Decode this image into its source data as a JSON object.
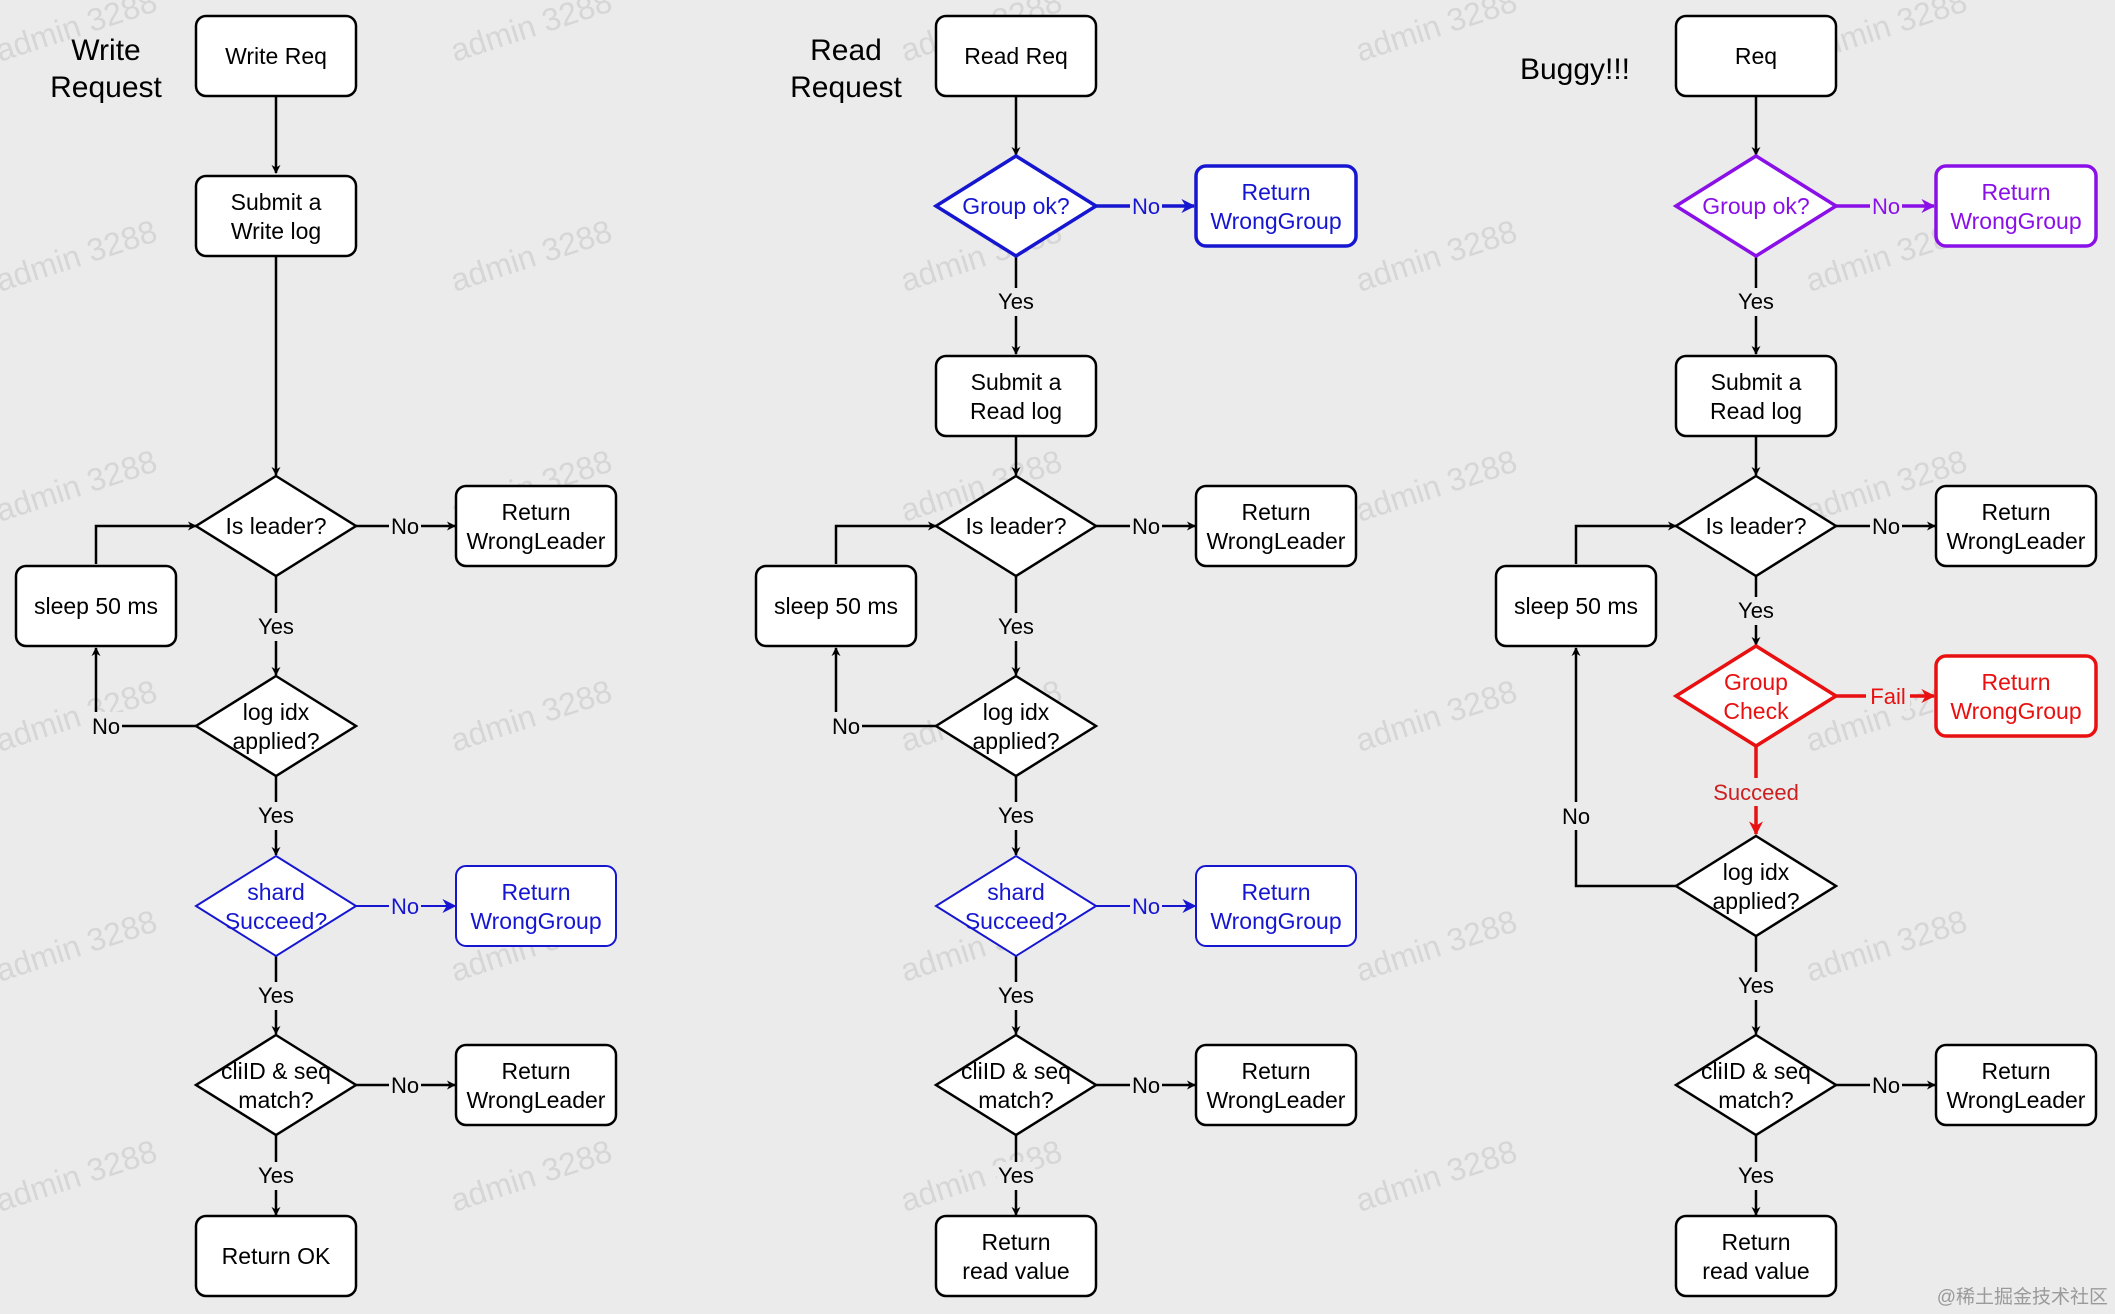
{
  "colors": {
    "background": "#ebebeb",
    "line": "#000000",
    "blue": "#1616d0",
    "purple": "#8a10e8",
    "red": "#e81010",
    "red_text": "#cc2020",
    "watermark": "#d6d6d6"
  },
  "watermark_text": "admin 3288",
  "credit": "@稀土掘金技术社区",
  "columns": [
    {
      "title_line1": "Write",
      "title_line2": "Request",
      "start_line1": "Write Req",
      "submit_line1": "Submit a",
      "submit_line2": "Write log",
      "leader_q": "Is leader?",
      "leader_no": "No",
      "leader_ret_line1": "Return",
      "leader_ret_line2": "WrongLeader",
      "leader_yes": "Yes",
      "sleep": "sleep 50 ms",
      "applied_line1": "log idx",
      "applied_line2": "applied?",
      "applied_no": "No",
      "applied_yes": "Yes",
      "shard_line1": "shard",
      "shard_line2": "Succeed?",
      "shard_no": "No",
      "shard_ret_line1": "Return",
      "shard_ret_line2": "WrongGroup",
      "shard_yes": "Yes",
      "clid_line1": "cliID & seq",
      "clid_line2": "match?",
      "clid_no": "No",
      "clid_ret_line1": "Return",
      "clid_ret_line2": "WrongLeader",
      "clid_yes": "Yes",
      "end_line1": "Return OK"
    },
    {
      "title_line1": "Read",
      "title_line2": "Request",
      "start_line1": "Read Req",
      "group_q": "Group ok?",
      "group_no": "No",
      "group_ret_line1": "Return",
      "group_ret_line2": "WrongGroup",
      "group_yes": "Yes",
      "submit_line1": "Submit a",
      "submit_line2": "Read log",
      "leader_q": "Is leader?",
      "leader_no": "No",
      "leader_ret_line1": "Return",
      "leader_ret_line2": "WrongLeader",
      "leader_yes": "Yes",
      "sleep": "sleep 50 ms",
      "applied_line1": "log idx",
      "applied_line2": "applied?",
      "applied_no": "No",
      "applied_yes": "Yes",
      "shard_line1": "shard",
      "shard_line2": "Succeed?",
      "shard_no": "No",
      "shard_ret_line1": "Return",
      "shard_ret_line2": "WrongGroup",
      "shard_yes": "Yes",
      "clid_line1": "cliID & seq",
      "clid_line2": "match?",
      "clid_no": "No",
      "clid_ret_line1": "Return",
      "clid_ret_line2": "WrongLeader",
      "clid_yes": "Yes",
      "end_line1": "Return",
      "end_line2": "read value"
    },
    {
      "title_line1": "Buggy!!!",
      "start_line1": "Req",
      "group_q": "Group ok?",
      "group_no": "No",
      "group_ret_line1": "Return",
      "group_ret_line2": "WrongGroup",
      "group_yes": "Yes",
      "submit_line1": "Submit a",
      "submit_line2": "Read log",
      "leader_q": "Is leader?",
      "leader_no": "No",
      "leader_ret_line1": "Return",
      "leader_ret_line2": "WrongLeader",
      "leader_yes": "Yes",
      "sleep": "sleep 50 ms",
      "check_line1": "Group",
      "check_line2": "Check",
      "check_fail": "Fail",
      "check_ret_line1": "Return",
      "check_ret_line2": "WrongGroup",
      "check_succeed": "Succeed",
      "applied_line1": "log idx",
      "applied_line2": "applied?",
      "applied_no": "No",
      "applied_yes": "Yes",
      "clid_line1": "cliID & seq",
      "clid_line2": "match?",
      "clid_no": "No",
      "clid_ret_line1": "Return",
      "clid_ret_line2": "WrongLeader",
      "clid_yes": "Yes",
      "end_line1": "Return",
      "end_line2": "read value"
    }
  ]
}
